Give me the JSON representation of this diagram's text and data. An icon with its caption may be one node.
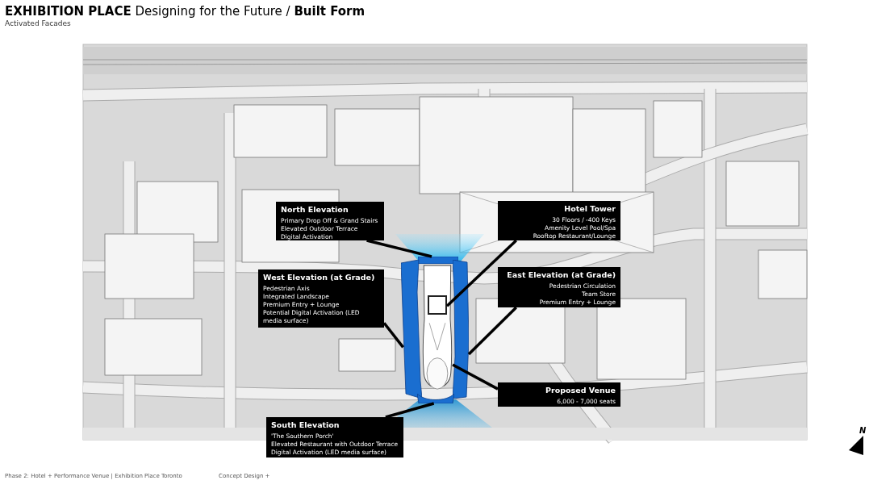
{
  "diagram": {
    "title": "**EXHIBITION PLACE** Designing for the Future / **Built Form**",
    "nodes": [
      {
        "text": [
          "North Elevation",
          "Primary Drop Off & Grand Stairs",
          "Elevated Outdoor Terrace",
          "Digital Activation"
        ]
      },
      {
        "text": [
          "Hotel Tower",
          "30 Floors / -400 Keys",
          "Amenity Level Pool/Spa",
          "Rooftop Restaurant/Lounge"
        ]
      },
      {
        "text": [
          "West Elevation (at Grade)",
          "Pedestrian Axis",
          "Integrated Landscape",
          "Premium Entry + Lounge",
          "Potential Digital Activation (LED media surface)"
        ]
      },
      {
        "text": [
          "East Elevation (at Grade)",
          "Pedestrian Circulation",
          "Team Store",
          "Premium Entry + Lounge"
        ]
      },
      {
        "text": [
          "Proposed Venue",
          "6,000 - 7,000 seats"
        ]
      },
      {
        "text": [
          "South Elevation",
          "'The Southern Porch'",
          "Elevated Restaurant with Outdoor Terrace",
          "Digital Activation (LED media surface)"
        ]
      },
      {
        "text": [],
        "shape": "picture"
      },
      {
        "text": [],
        "shape": "box",
        "in": 6
      },
      {
        "text": [],
        "shape": "bar"
      },
      {
        "text": [],
        "shape": "bar"
      },
      {
        "text": [],
        "shape": "bar"
      },
      {
        "text": [],
        "shape": "bar"
      }
    ],
    "edges": [
      {
        "from": 0,
        "to": 8,
        "arrow": "none"
      },
      {
        "from": 1,
        "to": 7,
        "arrow": "none"
      },
      {
        "from": 2,
        "to": 9,
        "arrow": "none"
      },
      {
        "from": 3,
        "to": 10,
        "arrow": "none"
      },
      {
        "from": 4,
        "to": 6,
        "arrow": "none"
      },
      {
        "from": 5,
        "to": 11,
        "arrow": "none"
      }
    ],
    "labels": [
      "Activated Facades",
      "N",
      "Phase 2: Hotel + Performance Venue  | Exhibition Place Toronto",
      "Concept Design +"
    ]
  }
}
